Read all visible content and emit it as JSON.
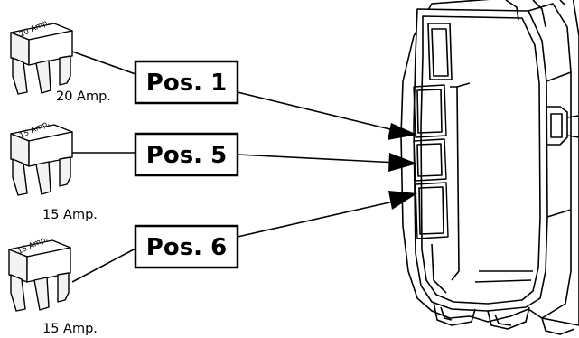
{
  "callouts": [
    {
      "label": "Pos. 1"
    },
    {
      "label": "Pos. 5"
    },
    {
      "label": "Pos. 6"
    }
  ],
  "fuses": [
    {
      "body_text": "20 Amp.",
      "caption": "20 Amp."
    },
    {
      "body_text": "15 Amp.",
      "caption": "15 Amp."
    },
    {
      "body_text": "15 Amp.",
      "caption": "15 Amp."
    }
  ],
  "colors": {
    "ink": "#000000",
    "fuse_tint": "#f3f3f3",
    "background": "#ffffff"
  }
}
